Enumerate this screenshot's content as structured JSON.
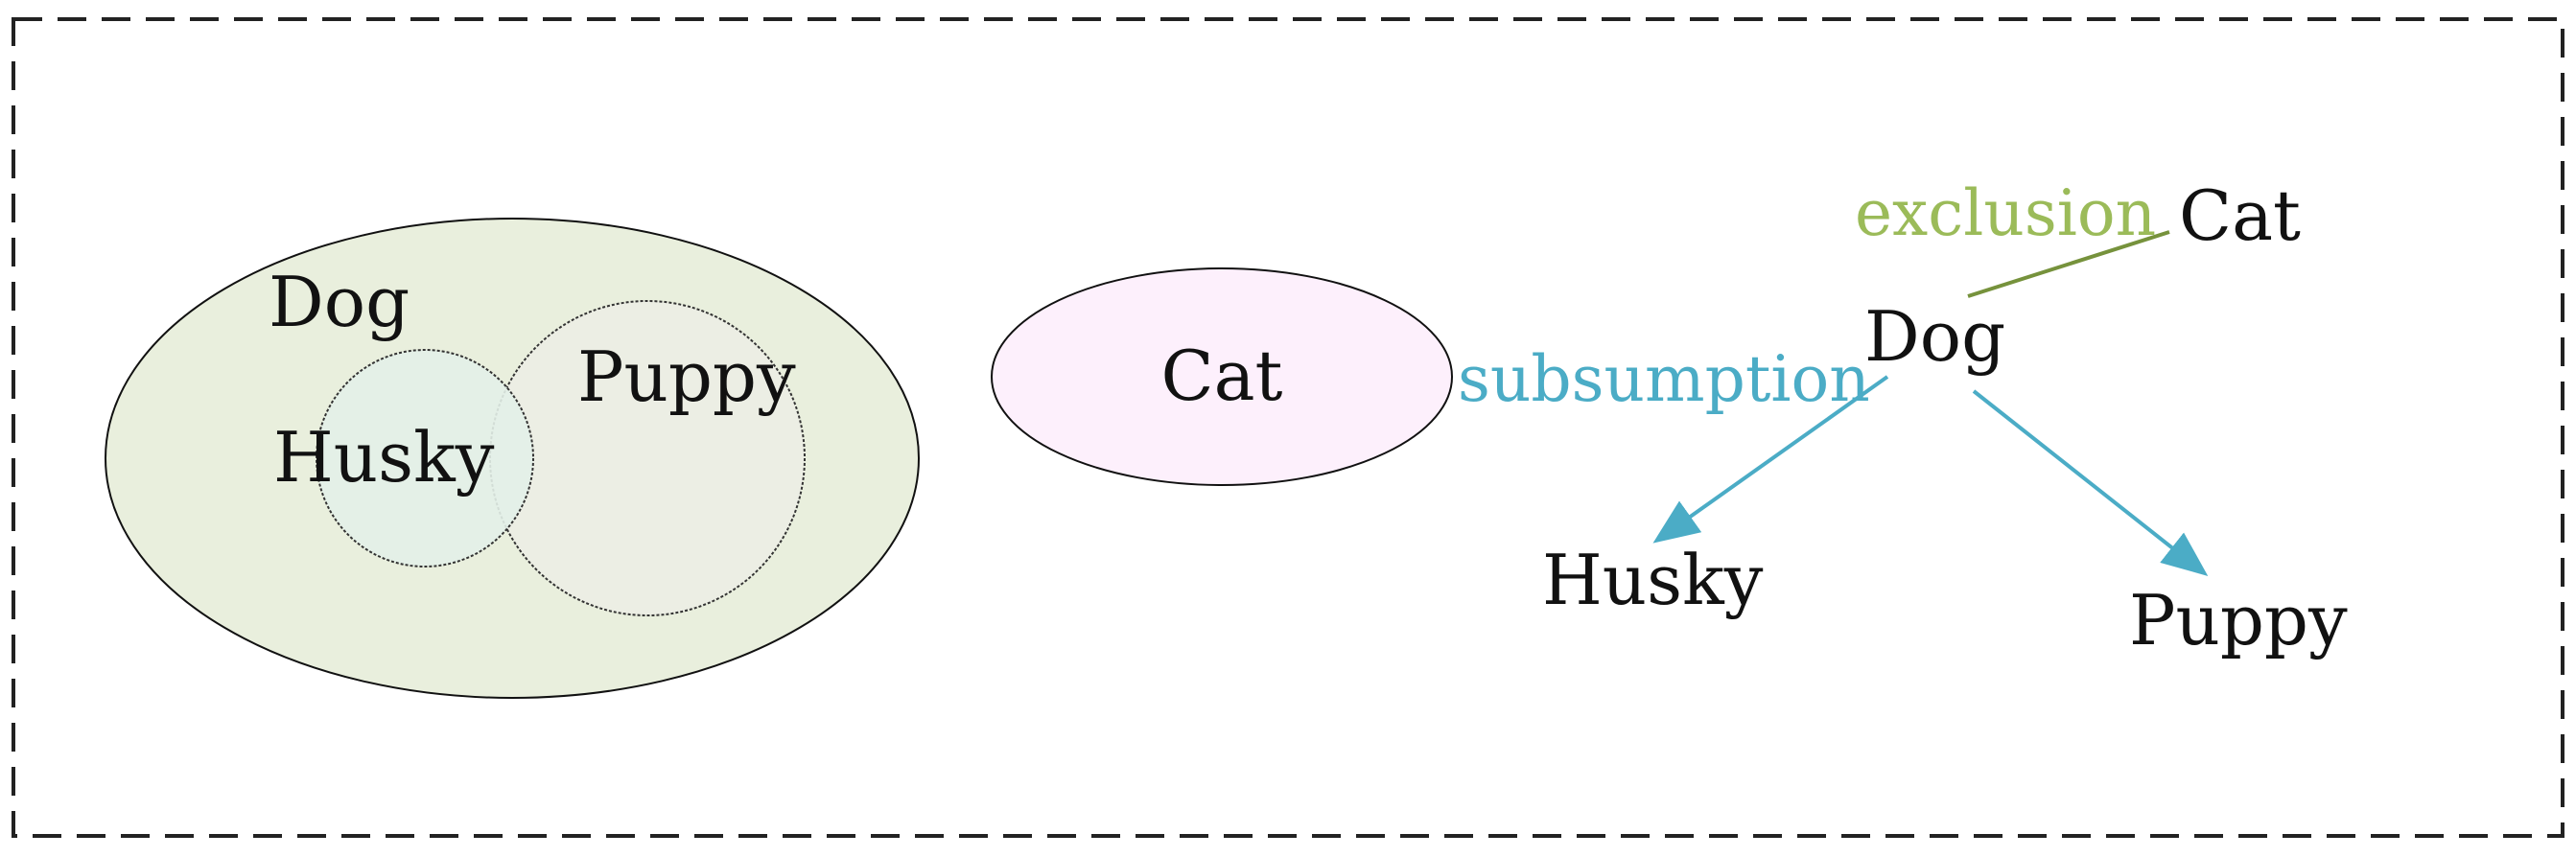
{
  "venn": {
    "outer_label": "Dog",
    "inner_left_label": "Husky",
    "inner_right_label": "Puppy",
    "separate_label": "Cat"
  },
  "graph": {
    "exclusion_label": "exclusion",
    "subsumption_label": "subsumption",
    "node_cat": "Cat",
    "node_dog": "Dog",
    "node_husky": "Husky",
    "node_puppy": "Puppy"
  },
  "colors": {
    "dog_fill": "#e9efdd",
    "husky_fill": "#e3efe8",
    "puppy_fill": "#eceee4",
    "cat_fill": "#fdf0fc",
    "exclusion_color": "#9bbb59",
    "exclusion_line": "#76923c",
    "subsumption_color": "#4bacc6",
    "border": "#222222"
  }
}
